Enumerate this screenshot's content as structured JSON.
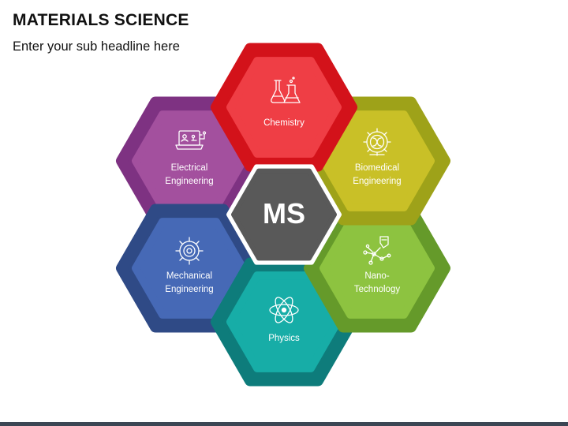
{
  "header": {
    "title": "MATERIALS SCIENCE",
    "subtitle": "Enter your sub headline here"
  },
  "center": {
    "label": "MS",
    "color": "#595959"
  },
  "segments": [
    {
      "key": "chemistry",
      "line1": "Chemistry",
      "line2": "",
      "icon": "flask-icon",
      "outer": "#d3121a",
      "inner": "#ef3e45"
    },
    {
      "key": "biomedical",
      "line1": "Biomedical",
      "line2": "Engineering",
      "icon": "biomedical-gear-icon",
      "outer": "#9ea219",
      "inner": "#c9c027"
    },
    {
      "key": "nanotech",
      "line1": "Nano-",
      "line2": "Technology",
      "icon": "molecule-hand-icon",
      "outer": "#659a2a",
      "inner": "#8dc340"
    },
    {
      "key": "physics",
      "line1": "Physics",
      "line2": "",
      "icon": "atom-icon",
      "outer": "#0e7c7b",
      "inner": "#17ada7"
    },
    {
      "key": "mechanical",
      "line1": "Mechanical",
      "line2": "Engineering",
      "icon": "gear-icon",
      "outer": "#2f4a86",
      "inner": "#4669b6"
    },
    {
      "key": "electrical",
      "line1": "Electrical",
      "line2": "Engineering",
      "icon": "laptop-circuit-icon",
      "outer": "#7e3282",
      "inner": "#a3509e"
    }
  ]
}
